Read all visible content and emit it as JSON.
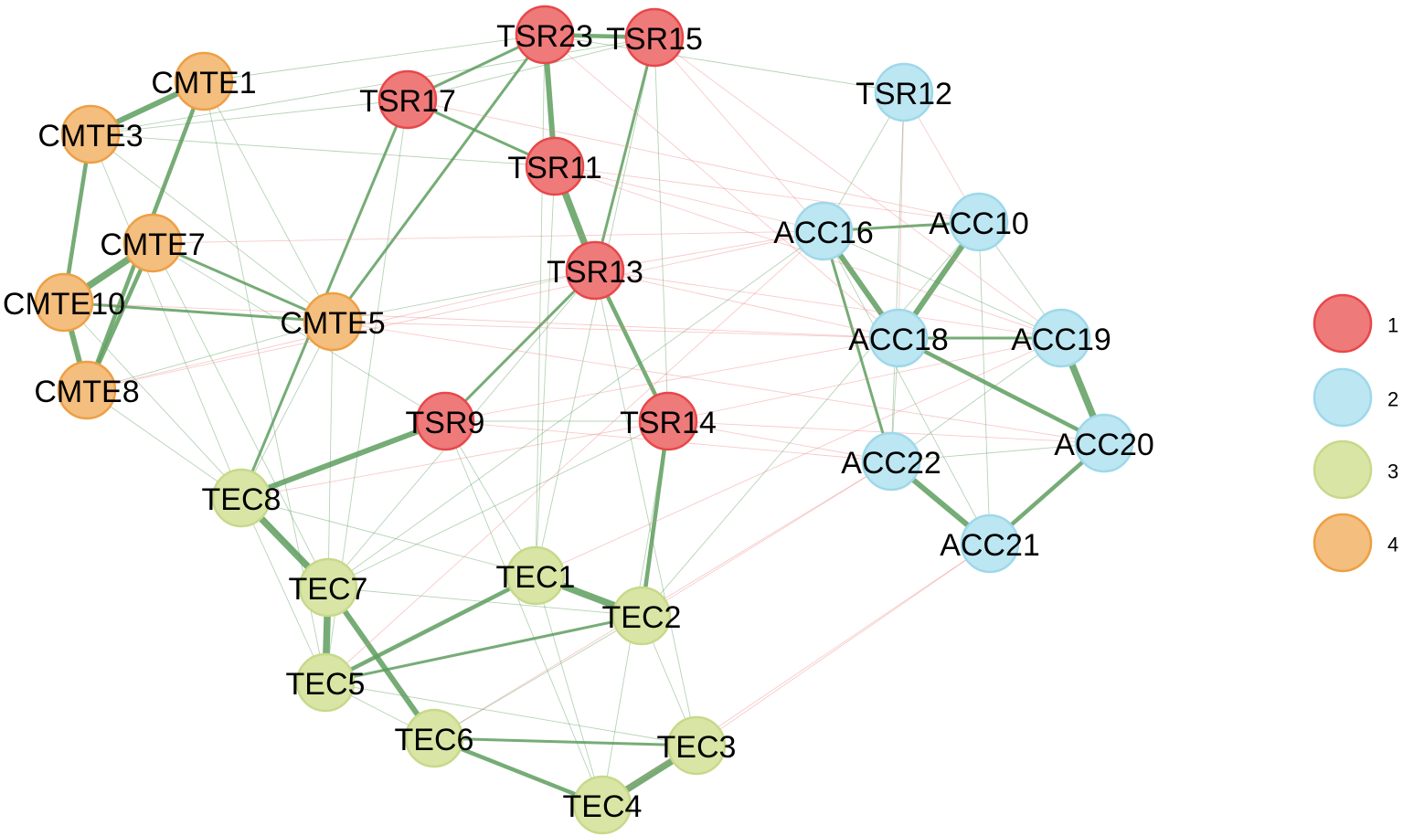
{
  "groups": [
    {
      "id": "1",
      "label": "1",
      "fill": "#EE7A7A",
      "stroke": "#E8474A"
    },
    {
      "id": "2",
      "label": "2",
      "fill": "#BCE6F2",
      "stroke": "#9ED8EA"
    },
    {
      "id": "3",
      "label": "3",
      "fill": "#D9E5A5",
      "stroke": "#C7D98A"
    },
    {
      "id": "4",
      "label": "4",
      "fill": "#F3BE7E",
      "stroke": "#EE9F44"
    }
  ],
  "edge_colors": {
    "positive": "#5E9E5E",
    "negative": "#F08A8A"
  },
  "nodes": [
    {
      "id": "TSR23",
      "label": "TSR23",
      "group": "1"
    },
    {
      "id": "TSR15",
      "label": "TSR15",
      "group": "1"
    },
    {
      "id": "TSR17",
      "label": "TSR17",
      "group": "1"
    },
    {
      "id": "TSR11",
      "label": "TSR11",
      "group": "1"
    },
    {
      "id": "TSR13",
      "label": "TSR13",
      "group": "1"
    },
    {
      "id": "TSR9",
      "label": "TSR9",
      "group": "1"
    },
    {
      "id": "TSR14",
      "label": "TSR14",
      "group": "1"
    },
    {
      "id": "TSR12",
      "label": "TSR12",
      "group": "2"
    },
    {
      "id": "ACC16",
      "label": "ACC16",
      "group": "2"
    },
    {
      "id": "ACC10",
      "label": "ACC10",
      "group": "2"
    },
    {
      "id": "ACC18",
      "label": "ACC18",
      "group": "2"
    },
    {
      "id": "ACC19",
      "label": "ACC19",
      "group": "2"
    },
    {
      "id": "ACC20",
      "label": "ACC20",
      "group": "2"
    },
    {
      "id": "ACC22",
      "label": "ACC22",
      "group": "2"
    },
    {
      "id": "ACC21",
      "label": "ACC21",
      "group": "2"
    },
    {
      "id": "TEC8",
      "label": "TEC8",
      "group": "3"
    },
    {
      "id": "TEC7",
      "label": "TEC7",
      "group": "3"
    },
    {
      "id": "TEC1",
      "label": "TEC1",
      "group": "3"
    },
    {
      "id": "TEC2",
      "label": "TEC2",
      "group": "3"
    },
    {
      "id": "TEC5",
      "label": "TEC5",
      "group": "3"
    },
    {
      "id": "TEC6",
      "label": "TEC6",
      "group": "3"
    },
    {
      "id": "TEC3",
      "label": "TEC3",
      "group": "3"
    },
    {
      "id": "TEC4",
      "label": "TEC4",
      "group": "3"
    },
    {
      "id": "CMTE1",
      "label": "CMTE1",
      "group": "4"
    },
    {
      "id": "CMTE3",
      "label": "CMTE3",
      "group": "4"
    },
    {
      "id": "CMTE7",
      "label": "CMTE7",
      "group": "4"
    },
    {
      "id": "CMTE10",
      "label": "CMTE10",
      "group": "4"
    },
    {
      "id": "CMTE5",
      "label": "CMTE5",
      "group": "4"
    },
    {
      "id": "CMTE8",
      "label": "CMTE8",
      "group": "4"
    }
  ],
  "edges": [
    {
      "source": "TSR23",
      "target": "TSR15",
      "sign": "positive",
      "strength": 3
    },
    {
      "source": "TSR23",
      "target": "TSR11",
      "sign": "positive",
      "strength": 4
    },
    {
      "source": "TSR11",
      "target": "TSR13",
      "sign": "positive",
      "strength": 5
    },
    {
      "source": "TSR13",
      "target": "TSR14",
      "sign": "positive",
      "strength": 3
    },
    {
      "source": "TSR17",
      "target": "TSR11",
      "sign": "positive",
      "strength": 2
    },
    {
      "source": "TSR17",
      "target": "TSR23",
      "sign": "positive",
      "strength": 2
    },
    {
      "source": "TSR15",
      "target": "TSR17",
      "sign": "positive",
      "strength": 1
    },
    {
      "source": "TSR15",
      "target": "TSR13",
      "sign": "positive",
      "strength": 2
    },
    {
      "source": "TSR13",
      "target": "TSR9",
      "sign": "positive",
      "strength": 2
    },
    {
      "source": "TSR9",
      "target": "TSR14",
      "sign": "positive",
      "strength": 1
    },
    {
      "source": "TSR9",
      "target": "TEC8",
      "sign": "positive",
      "strength": 4
    },
    {
      "source": "TSR14",
      "target": "TEC2",
      "sign": "positive",
      "strength": 3
    },
    {
      "source": "TSR14",
      "target": "TEC4",
      "sign": "positive",
      "strength": 1
    },
    {
      "source": "TSR17",
      "target": "TEC8",
      "sign": "positive",
      "strength": 2
    },
    {
      "source": "TSR23",
      "target": "CMTE5",
      "sign": "positive",
      "strength": 2
    },
    {
      "source": "TSR15",
      "target": "TSR14",
      "sign": "positive",
      "strength": 1
    },
    {
      "source": "TSR23",
      "target": "CMTE1",
      "sign": "positive",
      "strength": 1
    },
    {
      "source": "TSR23",
      "target": "TSR12",
      "sign": "positive",
      "strength": 1
    },
    {
      "source": "TSR11",
      "target": "CMTE3",
      "sign": "positive",
      "strength": 1
    },
    {
      "source": "TSR17",
      "target": "CMTE3",
      "sign": "positive",
      "strength": 1
    },
    {
      "source": "TSR13",
      "target": "CMTE5",
      "sign": "positive",
      "strength": 1
    },
    {
      "source": "TSR13",
      "target": "TEC7",
      "sign": "positive",
      "strength": 1
    },
    {
      "source": "TSR11",
      "target": "TEC1",
      "sign": "positive",
      "strength": 1
    },
    {
      "source": "TSR9",
      "target": "TEC1",
      "sign": "positive",
      "strength": 1
    },
    {
      "source": "TSR9",
      "target": "TEC4",
      "sign": "positive",
      "strength": 1
    },
    {
      "source": "TSR13",
      "target": "TEC3",
      "sign": "positive",
      "strength": 1
    },
    {
      "source": "TSR17",
      "target": "TEC5",
      "sign": "positive",
      "strength": 1
    },
    {
      "source": "TSR23",
      "target": "TEC1",
      "sign": "positive",
      "strength": 1
    },
    {
      "source": "TSR15",
      "target": "TEC1",
      "sign": "positive",
      "strength": 1
    },
    {
      "source": "TSR14",
      "target": "TEC7",
      "sign": "positive",
      "strength": 1
    },
    {
      "source": "TEC8",
      "target": "TEC7",
      "sign": "positive",
      "strength": 5
    },
    {
      "source": "TEC7",
      "target": "TEC5",
      "sign": "positive",
      "strength": 5
    },
    {
      "source": "TEC7",
      "target": "TEC6",
      "sign": "positive",
      "strength": 4
    },
    {
      "source": "TEC1",
      "target": "TEC2",
      "sign": "positive",
      "strength": 5
    },
    {
      "source": "TEC1",
      "target": "TEC5",
      "sign": "positive",
      "strength": 3
    },
    {
      "source": "TEC5",
      "target": "TEC2",
      "sign": "positive",
      "strength": 2
    },
    {
      "source": "TEC6",
      "target": "TEC3",
      "sign": "positive",
      "strength": 2
    },
    {
      "source": "TEC6",
      "target": "TEC4",
      "sign": "positive",
      "strength": 3
    },
    {
      "source": "TEC4",
      "target": "TEC3",
      "sign": "positive",
      "strength": 5
    },
    {
      "source": "TEC5",
      "target": "TEC6",
      "sign": "positive",
      "strength": 1
    },
    {
      "source": "TEC2",
      "target": "TEC6",
      "sign": "positive",
      "strength": 1
    },
    {
      "source": "TEC5",
      "target": "TEC3",
      "sign": "positive",
      "strength": 1
    },
    {
      "source": "TEC8",
      "target": "TEC5",
      "sign": "positive",
      "strength": 1
    },
    {
      "source": "TEC8",
      "target": "TEC1",
      "sign": "positive",
      "strength": 1
    },
    {
      "source": "TEC1",
      "target": "TEC4",
      "sign": "positive",
      "strength": 1
    },
    {
      "source": "TEC2",
      "target": "TEC3",
      "sign": "positive",
      "strength": 1
    },
    {
      "source": "TEC7",
      "target": "TEC2",
      "sign": "positive",
      "strength": 1
    },
    {
      "source": "CMTE1",
      "target": "CMTE3",
      "sign": "positive",
      "strength": 4
    },
    {
      "source": "CMTE1",
      "target": "CMTE8",
      "sign": "positive",
      "strength": 3
    },
    {
      "source": "CMTE3",
      "target": "CMTE10",
      "sign": "positive",
      "strength": 3
    },
    {
      "source": "CMTE7",
      "target": "CMTE10",
      "sign": "positive",
      "strength": 5
    },
    {
      "source": "CMTE7",
      "target": "CMTE8",
      "sign": "positive",
      "strength": 3
    },
    {
      "source": "CMTE10",
      "target": "CMTE8",
      "sign": "positive",
      "strength": 4
    },
    {
      "source": "CMTE7",
      "target": "CMTE5",
      "sign": "positive",
      "strength": 2
    },
    {
      "source": "CMTE10",
      "target": "CMTE5",
      "sign": "positive",
      "strength": 2
    },
    {
      "source": "CMTE8",
      "target": "CMTE5",
      "sign": "positive",
      "strength": 1
    },
    {
      "source": "CMTE5",
      "target": "TEC8",
      "sign": "positive",
      "strength": 1
    },
    {
      "source": "CMTE5",
      "target": "TEC7",
      "sign": "positive",
      "strength": 1
    },
    {
      "source": "CMTE8",
      "target": "TEC8",
      "sign": "positive",
      "strength": 1
    },
    {
      "source": "CMTE7",
      "target": "TEC7",
      "sign": "positive",
      "strength": 1
    },
    {
      "source": "CMTE10",
      "target": "TEC7",
      "sign": "positive",
      "strength": 1
    },
    {
      "source": "CMTE1",
      "target": "TEC5",
      "sign": "positive",
      "strength": 1
    },
    {
      "source": "CMTE3",
      "target": "TEC8",
      "sign": "positive",
      "strength": 1
    },
    {
      "source": "CMTE3",
      "target": "CMTE5",
      "sign": "positive",
      "strength": 1
    },
    {
      "source": "CMTE1",
      "target": "CMTE5",
      "sign": "positive",
      "strength": 1
    },
    {
      "source": "CMTE3",
      "target": "TSR15",
      "sign": "positive",
      "strength": 1
    },
    {
      "source": "CMTE7",
      "target": "TSR9",
      "sign": "positive",
      "strength": 1
    },
    {
      "source": "ACC16",
      "target": "ACC10",
      "sign": "positive",
      "strength": 2
    },
    {
      "source": "ACC16",
      "target": "ACC18",
      "sign": "positive",
      "strength": 4
    },
    {
      "source": "ACC10",
      "target": "ACC18",
      "sign": "positive",
      "strength": 4
    },
    {
      "source": "ACC18",
      "target": "ACC19",
      "sign": "positive",
      "strength": 2
    },
    {
      "source": "ACC19",
      "target": "ACC20",
      "sign": "positive",
      "strength": 5
    },
    {
      "source": "ACC18",
      "target": "ACC20",
      "sign": "positive",
      "strength": 3
    },
    {
      "source": "ACC22",
      "target": "ACC21",
      "sign": "positive",
      "strength": 4
    },
    {
      "source": "ACC20",
      "target": "ACC21",
      "sign": "positive",
      "strength": 3
    },
    {
      "source": "ACC16",
      "target": "ACC22",
      "sign": "positive",
      "strength": 2
    },
    {
      "source": "ACC18",
      "target": "ACC22",
      "sign": "positive",
      "strength": 1
    },
    {
      "source": "ACC10",
      "target": "ACC21",
      "sign": "positive",
      "strength": 1
    },
    {
      "source": "ACC19",
      "target": "ACC22",
      "sign": "positive",
      "strength": 1
    },
    {
      "source": "ACC22",
      "target": "ACC20",
      "sign": "positive",
      "strength": 1
    },
    {
      "source": "ACC16",
      "target": "ACC21",
      "sign": "positive",
      "strength": 1
    },
    {
      "source": "ACC16",
      "target": "ACC19",
      "sign": "positive",
      "strength": 1
    },
    {
      "source": "ACC10",
      "target": "ACC19",
      "sign": "positive",
      "strength": 1
    },
    {
      "source": "TSR12",
      "target": "ACC16",
      "sign": "positive",
      "strength": 1
    },
    {
      "source": "TSR12",
      "target": "ACC10",
      "sign": "negative",
      "strength": 1
    },
    {
      "source": "TSR12",
      "target": "ACC18",
      "sign": "negative",
      "strength": 1
    },
    {
      "source": "TSR12",
      "target": "ACC22",
      "sign": "positive",
      "strength": 1
    },
    {
      "source": "TSR15",
      "target": "ACC16",
      "sign": "negative",
      "strength": 1
    },
    {
      "source": "TSR15",
      "target": "ACC19",
      "sign": "negative",
      "strength": 1
    },
    {
      "source": "TSR23",
      "target": "ACC18",
      "sign": "negative",
      "strength": 1
    },
    {
      "source": "TSR17",
      "target": "ACC10",
      "sign": "negative",
      "strength": 1
    },
    {
      "source": "TSR11",
      "target": "ACC16",
      "sign": "negative",
      "strength": 1
    },
    {
      "source": "TSR11",
      "target": "ACC10",
      "sign": "negative",
      "strength": 1
    },
    {
      "source": "TSR11",
      "target": "ACC19",
      "sign": "negative",
      "strength": 1
    },
    {
      "source": "TSR13",
      "target": "ACC18",
      "sign": "negative",
      "strength": 1
    },
    {
      "source": "TSR13",
      "target": "ACC19",
      "sign": "negative",
      "strength": 1
    },
    {
      "source": "TSR13",
      "target": "ACC16",
      "sign": "negative",
      "strength": 1
    },
    {
      "source": "TSR14",
      "target": "ACC19",
      "sign": "negative",
      "strength": 1
    },
    {
      "source": "TSR14",
      "target": "ACC20",
      "sign": "negative",
      "strength": 1
    },
    {
      "source": "TSR14",
      "target": "ACC22",
      "sign": "negative",
      "strength": 1
    },
    {
      "source": "TSR9",
      "target": "ACC18",
      "sign": "negative",
      "strength": 1
    },
    {
      "source": "TSR9",
      "target": "ACC22",
      "sign": "negative",
      "strength": 1
    },
    {
      "source": "CMTE5",
      "target": "ACC18",
      "sign": "negative",
      "strength": 1
    },
    {
      "source": "CMTE5",
      "target": "ACC20",
      "sign": "negative",
      "strength": 1
    },
    {
      "source": "CMTE7",
      "target": "ACC16",
      "sign": "negative",
      "strength": 1
    },
    {
      "source": "CMTE10",
      "target": "ACC18",
      "sign": "negative",
      "strength": 1
    },
    {
      "source": "CMTE8",
      "target": "ACC16",
      "sign": "negative",
      "strength": 1
    },
    {
      "source": "CMTE8",
      "target": "TSR13",
      "sign": "negative",
      "strength": 1
    },
    {
      "source": "TEC2",
      "target": "ACC22",
      "sign": "negative",
      "strength": 1
    },
    {
      "source": "TEC3",
      "target": "ACC21",
      "sign": "negative",
      "strength": 1
    },
    {
      "source": "TEC6",
      "target": "ACC22",
      "sign": "negative",
      "strength": 1
    },
    {
      "source": "TEC1",
      "target": "ACC19",
      "sign": "negative",
      "strength": 1
    },
    {
      "source": "TEC5",
      "target": "ACC16",
      "sign": "negative",
      "strength": 1
    },
    {
      "source": "TEC4",
      "target": "ACC21",
      "sign": "negative",
      "strength": 1
    },
    {
      "source": "TEC8",
      "target": "TSR14",
      "sign": "negative",
      "strength": 1
    },
    {
      "source": "TEC7",
      "target": "ACC16",
      "sign": "positive",
      "strength": 1
    },
    {
      "source": "TEC2",
      "target": "ACC10",
      "sign": "positive",
      "strength": 1
    }
  ]
}
